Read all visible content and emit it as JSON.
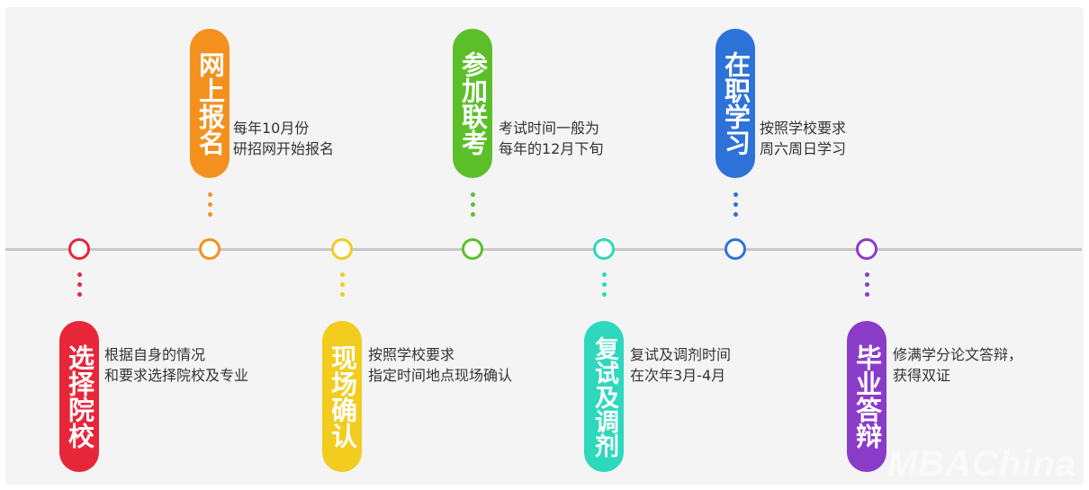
{
  "colors": {
    "red": "#e8263a",
    "orange": "#f4911e",
    "yellow": "#f2cc1f",
    "green": "#5cbf2a",
    "teal": "#2ed8bd",
    "blue": "#2d72d9",
    "purple": "#8a3cc9"
  },
  "steps": [
    {
      "title": "选择院校",
      "color": "#e8263a",
      "position": "below",
      "lines": [
        "根据自身的情况",
        "和要求选择院校及专业"
      ]
    },
    {
      "title": "网上报名",
      "color": "#f4911e",
      "position": "above",
      "lines": [
        "每年10月份",
        "研招网开始报名"
      ]
    },
    {
      "title": "现场确认",
      "color": "#f2cc1f",
      "position": "below",
      "lines": [
        "按照学校要求",
        "指定时间地点现场确认"
      ]
    },
    {
      "title": "参加联考",
      "color": "#5cbf2a",
      "position": "above",
      "lines": [
        "考试时间一般为",
        "每年的12月下旬"
      ]
    },
    {
      "title": "复试及调剂",
      "color": "#2ed8bd",
      "position": "below",
      "lines": [
        "复试及调剂时间",
        "在次年3月-4月"
      ]
    },
    {
      "title": "在职学习",
      "color": "#2d72d9",
      "position": "above",
      "lines": [
        "按照学校要求",
        "周六周日学习"
      ]
    },
    {
      "title": "毕业答辩",
      "color": "#8a3cc9",
      "position": "below",
      "lines": [
        "修满学分论文答辩，",
        "获得双证"
      ]
    }
  ],
  "watermark": "MBAChina"
}
